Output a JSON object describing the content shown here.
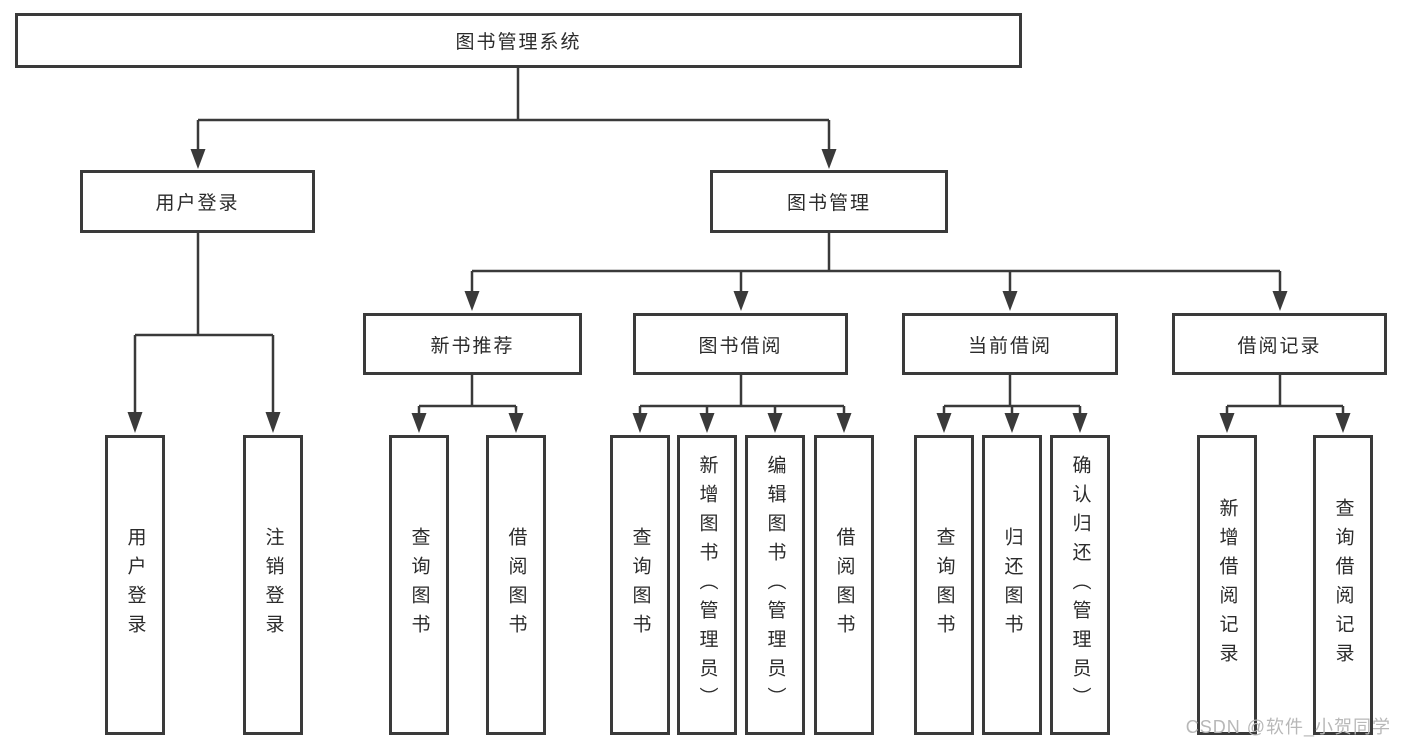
{
  "tree": {
    "label": "图书管理系统",
    "children": [
      {
        "label": "用户登录",
        "children": [
          {
            "label": "用户登录"
          },
          {
            "label": "注销登录"
          }
        ]
      },
      {
        "label": "图书管理",
        "children": [
          {
            "label": "新书推荐",
            "children": [
              {
                "label": "查询图书"
              },
              {
                "label": "借阅图书"
              }
            ]
          },
          {
            "label": "图书借阅",
            "children": [
              {
                "label": "查询图书"
              },
              {
                "label": "新增图书（管理员）"
              },
              {
                "label": "编辑图书（管理员）"
              },
              {
                "label": "借阅图书"
              }
            ]
          },
          {
            "label": "当前借阅",
            "children": [
              {
                "label": "查询图书"
              },
              {
                "label": "归还图书"
              },
              {
                "label": "确认归还（管理员）"
              }
            ]
          },
          {
            "label": "借阅记录",
            "children": [
              {
                "label": "新增借阅记录"
              },
              {
                "label": "查询借阅记录"
              }
            ]
          }
        ]
      }
    ]
  },
  "watermark": "CSDN @软件_小贺同学",
  "colors": {
    "line": "#3a3a3a",
    "text": "#2b2b2b",
    "watermark": "#b8b8b8",
    "background": "#ffffff"
  }
}
